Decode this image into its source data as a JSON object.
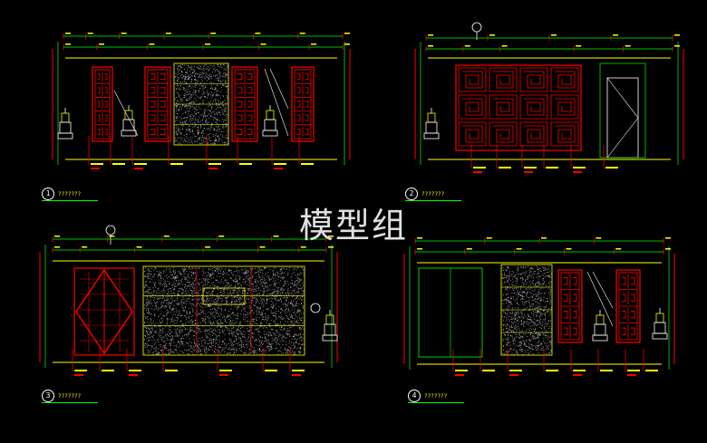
{
  "watermark": "模型组",
  "views": [
    {
      "number": "1",
      "title": "???????"
    },
    {
      "number": "2",
      "title": "???????"
    },
    {
      "number": "3",
      "title": "???????"
    },
    {
      "number": "4",
      "title": "???????"
    }
  ],
  "colors": {
    "background": "#000000",
    "lattice": "#ff0000",
    "outline": "#ffff00",
    "dimension": "#00ff00",
    "stone": "#c8c8c8",
    "text": "#ffffff"
  }
}
